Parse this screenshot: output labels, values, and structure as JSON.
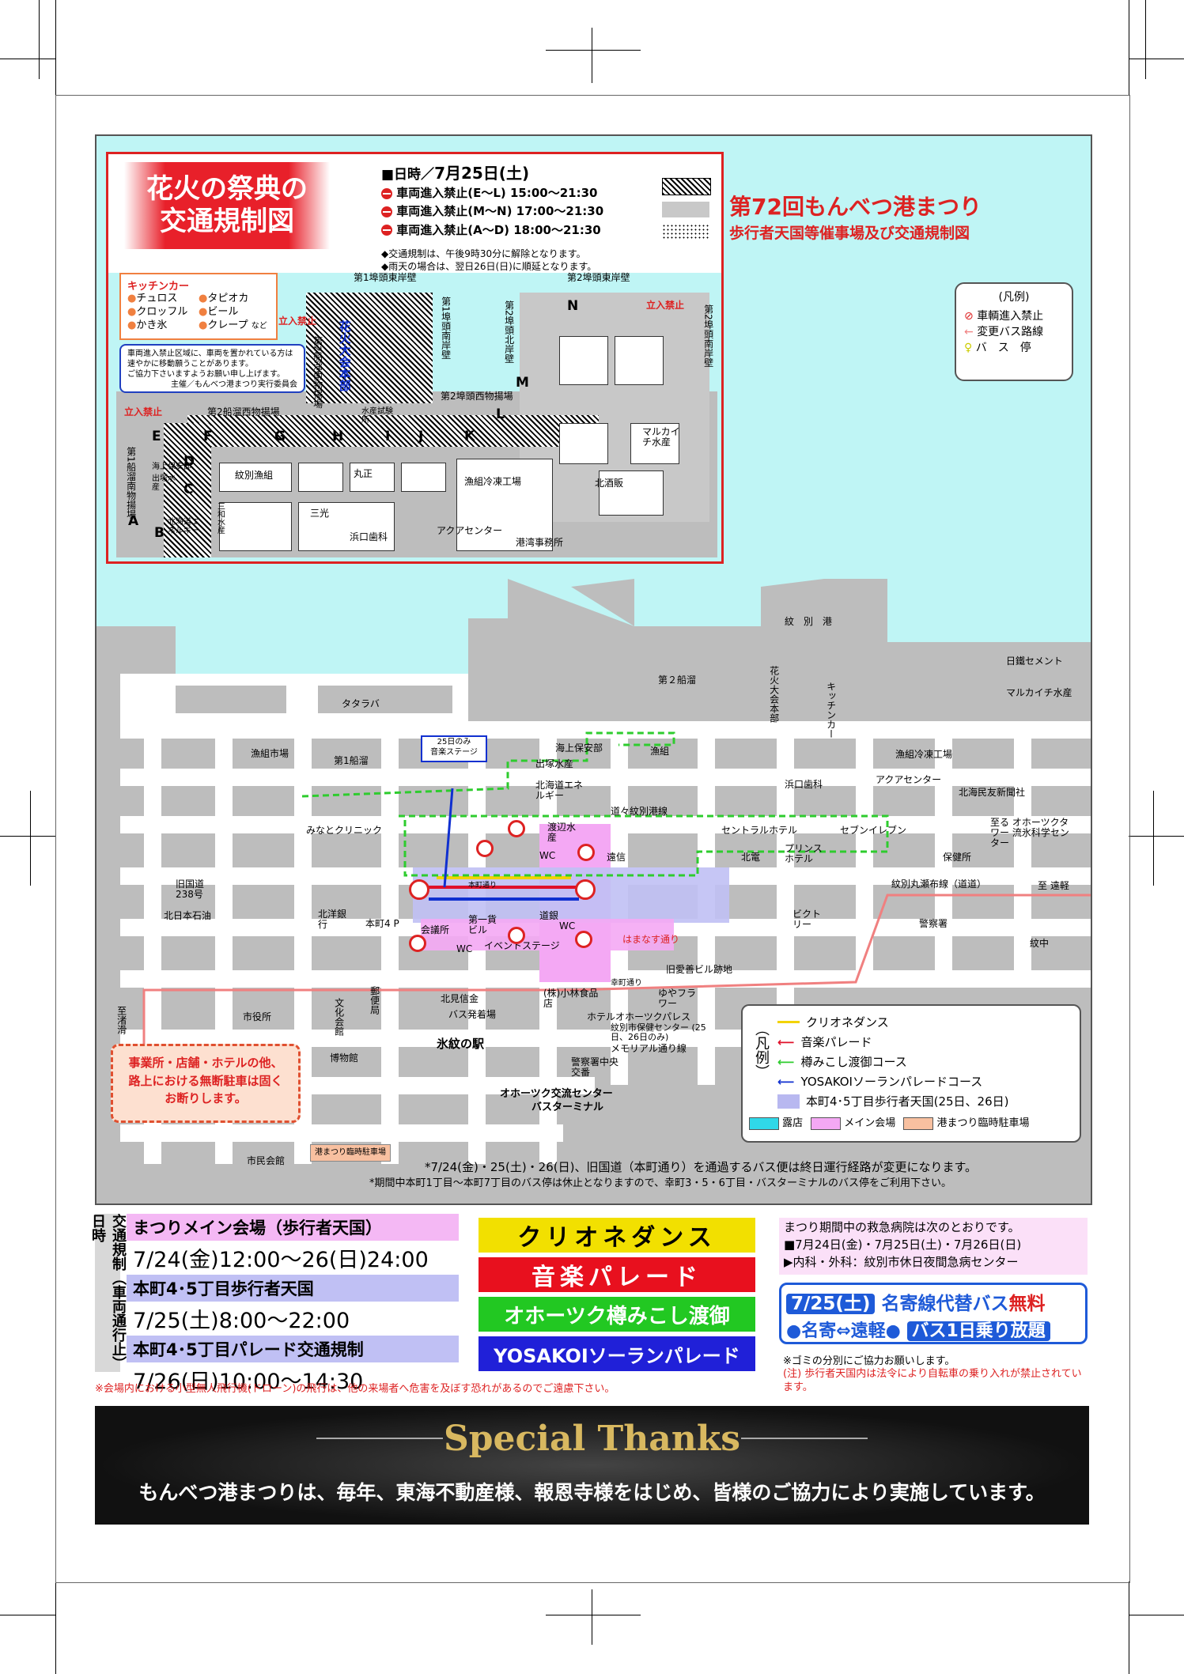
{
  "inset": {
    "title_line1": "花火の祭典の",
    "title_line2": "交通規制図",
    "date_label": "■日時／",
    "date_value": "7月25日(土)",
    "restrictions": [
      "車両進入禁止(E〜L) 15:00〜21:30",
      "車両進入禁止(M〜N) 17:00〜21:30",
      "車両進入禁止(A〜D) 18:00〜21:30"
    ],
    "notes": [
      "◆交通規制は、午後9時30分に解除となります。",
      "◆雨天の場合は、翌日26日(日)に順延となります。"
    ],
    "kitchen_title": "キッチンカー",
    "kitchen_items": [
      "チュロス",
      "タピオカ",
      "クロッフル",
      "ビール",
      "かき氷",
      "クレープ"
    ],
    "kitchen_suffix": "など",
    "no_entry_1": "立入禁止",
    "no_entry_2": "立入禁止",
    "no_entry_3": "立入禁止",
    "notice_line1": "車両進入禁止区域に、車両を置かれている方は",
    "notice_line2": "速やかに移動願うことがあります。",
    "notice_line3": "ご協力下さいますようお願い申し上げます。",
    "notice_line4": "主催／もんべつ港まつり実行委員会",
    "pier1_east": "第1埠頭東岸壁",
    "pier2_east": "第2埠頭東岸壁",
    "pier1_south": "第1埠頭南岸壁",
    "pier2_north": "第2埠頭北岸壁",
    "pier2_south": "第2埠頭南岸壁",
    "ship2_west": "第2船溜西物揚場",
    "ship2_south": "第2船溜南物揚場",
    "ship1_south": "第1船溜南物揚場",
    "pier2_west": "第2埠頭西物揚場",
    "fireworks_hq": "花火大会本部",
    "bldg_monbetsu": "紋別漁組",
    "bldg_marusho": "丸正",
    "bldg_sanko": "三光",
    "bldg_hamaguchi": "浜口歯科",
    "bldg_suisan": "水産試験所",
    "bldg_gyokumi": "漁組冷凍工場",
    "bldg_aqua": "アクアセンター",
    "bldg_port": "港湾事務所",
    "bldg_hokusho": "北酒販",
    "bldg_marukaichi": "マルカイチ水産",
    "bldg_kaiho": "海上保安部",
    "bldg_izuka": "出塚水産",
    "bldg_hokkaido": "北海道エネルギー",
    "bldg_miwa": "三和水産",
    "points": [
      "A",
      "B",
      "C",
      "D",
      "E",
      "F",
      "G",
      "H",
      "I",
      "J",
      "K",
      "L",
      "M",
      "N"
    ]
  },
  "header": {
    "title_prefix": "第72回",
    "title_main": "もんべつ港まつり",
    "subtitle": "歩行者天国等催事場及び交通規制図"
  },
  "legend_small": {
    "title": "(凡例)",
    "items": [
      "車輌進入禁止",
      "変更バス路線",
      "バ　ス　停"
    ]
  },
  "main_map": {
    "harbor": "紋　別　港",
    "ship2": "第２船溜",
    "ship1": "第1船溜",
    "stage25": "25日のみ",
    "stage25b": "音楽ステージ",
    "tatarava": "タタラバ",
    "nisshin": "日鐵セメント",
    "marukaichi": "マルカイチ水産",
    "hanabi_hq": "花火大会本部",
    "kitchen": "キッチンカー",
    "gyokumi_market": "漁組市場",
    "kaiho": "海上保安部",
    "izuka": "出塚水産",
    "gyokumi": "漁組",
    "gyokumi_reito": "漁組冷凍工場",
    "aqua": "アクアセンター",
    "hamaguchi": "浜口歯科",
    "hokkaido_ene": "北海道エネルギー",
    "hokkai_min": "北海民友新聞社",
    "minato_clinic": "みなとクリニック",
    "michi_line": "道々紋別港線",
    "watanabe": "渡辺水産",
    "central_hotel": "セントラルホテル",
    "seven": "セブンイレブン",
    "ohotsk_tower": "至る オホーツクタワー 流氷科学センター",
    "hoken": "保健所",
    "prince": "プリンスホテル",
    "hokuden": "北電",
    "ensin": "遠信",
    "wc1": "WC",
    "wc2": "WC",
    "wc3": "WC",
    "hondori": "本町通り",
    "old_road": "旧国道 238号",
    "kita_nihon": "北日本石油",
    "hokuyo": "北洋銀行",
    "honcho4p": "本町4 P",
    "kaigisho": "会議所",
    "daiichi": "第一貨ビル",
    "dogin": "道銀",
    "event_stage": "イベントステージ",
    "hamanasu": "はまなす通り",
    "marukan": "紋別丸瀬布線（道道）",
    "to_engaru": "至 遠軽",
    "bigtory": "ビクトリー",
    "keisatsu": "警察署",
    "monchu": "紋中",
    "kyu_aizen": "旧愛善ビル跡地",
    "sakai": "幸町通り",
    "kobayashi": "(株)小林食品店",
    "yuyu": "ゆやフラワー",
    "hokken": "北見信金",
    "bus_stop": "バス発着場",
    "hyomon": "氷紋の駅",
    "hotel_ohotsk": "ホテルオホーツクパレス",
    "hoken_center": "紋別市保健センター (25日、26日のみ)",
    "memorial": "メモリアル通り線",
    "keisatsu2": "警察署中央交番",
    "shiyakusho": "市役所",
    "bunka": "文化会館",
    "yubin": "郵便局",
    "hakubutsu": "博物館",
    "to_nagisa": "至渚滑",
    "shimin": "市民会館",
    "rinji": "港まつり臨時駐車場",
    "ohotsk_center": "オホーツク交流センター",
    "bus_terminal": "バスターミナル",
    "notice_box": "事業所・店舗・ホテルの他、路上における無断駐車は固くお断りします。",
    "bus_note1": "*7/24(金)・25(土)・26(日)、旧国道（本町通り）を通過するバス便は終日運行経路が変更になります。",
    "bus_note2": "*期間中本町1丁目〜本町7丁目のバス停は休止となりますので、幸町3・5・6丁目・バスターミナルのバス停をご利用下さい。"
  },
  "route_legend": {
    "side": "︵凡例︶",
    "items": [
      {
        "label": "クリオネダンス",
        "color": "#f2d300"
      },
      {
        "label": "音楽パレード",
        "color": "#e0102a"
      },
      {
        "label": "樽みこし渡御コース",
        "color": "#2ecc2e"
      },
      {
        "label": "YOSAKOIソーランパレードコース",
        "color": "#1030d0"
      },
      {
        "label": "本町4･5丁目歩行者天国(25日、26日)",
        "color": "#b8b8f0"
      }
    ],
    "swatches": [
      {
        "label": "露店",
        "color": "#30d8e8"
      },
      {
        "label": "メイン会場",
        "color": "#f4a8f4"
      },
      {
        "label": "港まつり臨時駐車場",
        "color": "#f8c0a0"
      }
    ]
  },
  "schedule": {
    "side_title": "交通規制（車両通行止）日時",
    "rows": [
      {
        "head": "まつりメイン会場（歩行者天国）",
        "time": "7/24(金)12:00〜26(日)24:00",
        "color": "#f4b8f4"
      },
      {
        "head": "本町4･5丁目歩行者天国",
        "time": "7/25(土)8:00〜22:00",
        "color": "#c0c0f4"
      },
      {
        "head": "本町4･5丁目パレード交通規制",
        "time": "7/26(日)10:00〜14:30",
        "color": "#c0c0f4"
      }
    ],
    "drone_note": "※会場内における小型無人飛行機(ドローン)の飛行は、他の来場者へ危害を及ぼす恐れがあるのでご遠慮下さい。"
  },
  "events": [
    {
      "label": "クリオネダンス",
      "bg": "#f2e000",
      "fg": "#000"
    },
    {
      "label": "音楽パレード",
      "bg": "#e8101e",
      "fg": "#fff"
    },
    {
      "label": "オホーツク樽みこし渡御",
      "bg": "#22c822",
      "fg": "#fff"
    },
    {
      "label": "YOSAKOIソーランパレード",
      "bg": "#2020d8",
      "fg": "#fff"
    }
  ],
  "hospital": {
    "line1": "まつり期間中の救急病院は次のとおりです。",
    "line2": "■7月24日(金)・7月25日(土)・7月26日(日)",
    "line3": "▶内科・外科：紋別市休日夜間急病センター"
  },
  "bus_banner": {
    "date": "7/25(土)",
    "title": "名寄線代替バス",
    "free": "無料",
    "route": "●名寄⇔遠軽●",
    "ride": "バス1日乗り放題"
  },
  "notes_right": {
    "garbage": "※ゴミの分別にご協力お願いします。",
    "bike": "(注) 歩行者天国内は法令により自転車の乗り入れが禁止されています。"
  },
  "thanks": {
    "title": "Special Thanks",
    "message": "もんべつ港まつりは、毎年、東海不動産様、報恩寺様をはじめ、皆様のご協力により実施しています。"
  }
}
